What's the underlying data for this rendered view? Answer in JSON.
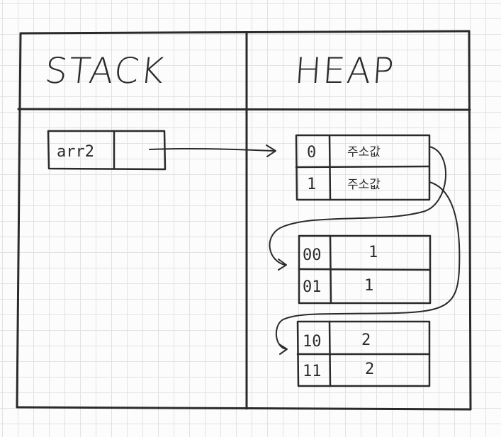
{
  "stack": {
    "title": "STACK",
    "variable": {
      "name": "arr2",
      "value": ""
    }
  },
  "heap": {
    "title": "HEAP",
    "outer_array": [
      {
        "index": "0",
        "value": "주소값"
      },
      {
        "index": "1",
        "value": "주소값"
      }
    ],
    "inner_arrays": [
      [
        {
          "index": "00",
          "value": "1"
        },
        {
          "index": "01",
          "value": "1"
        }
      ],
      [
        {
          "index": "10",
          "value": "2"
        },
        {
          "index": "11",
          "value": "2"
        }
      ]
    ]
  }
}
